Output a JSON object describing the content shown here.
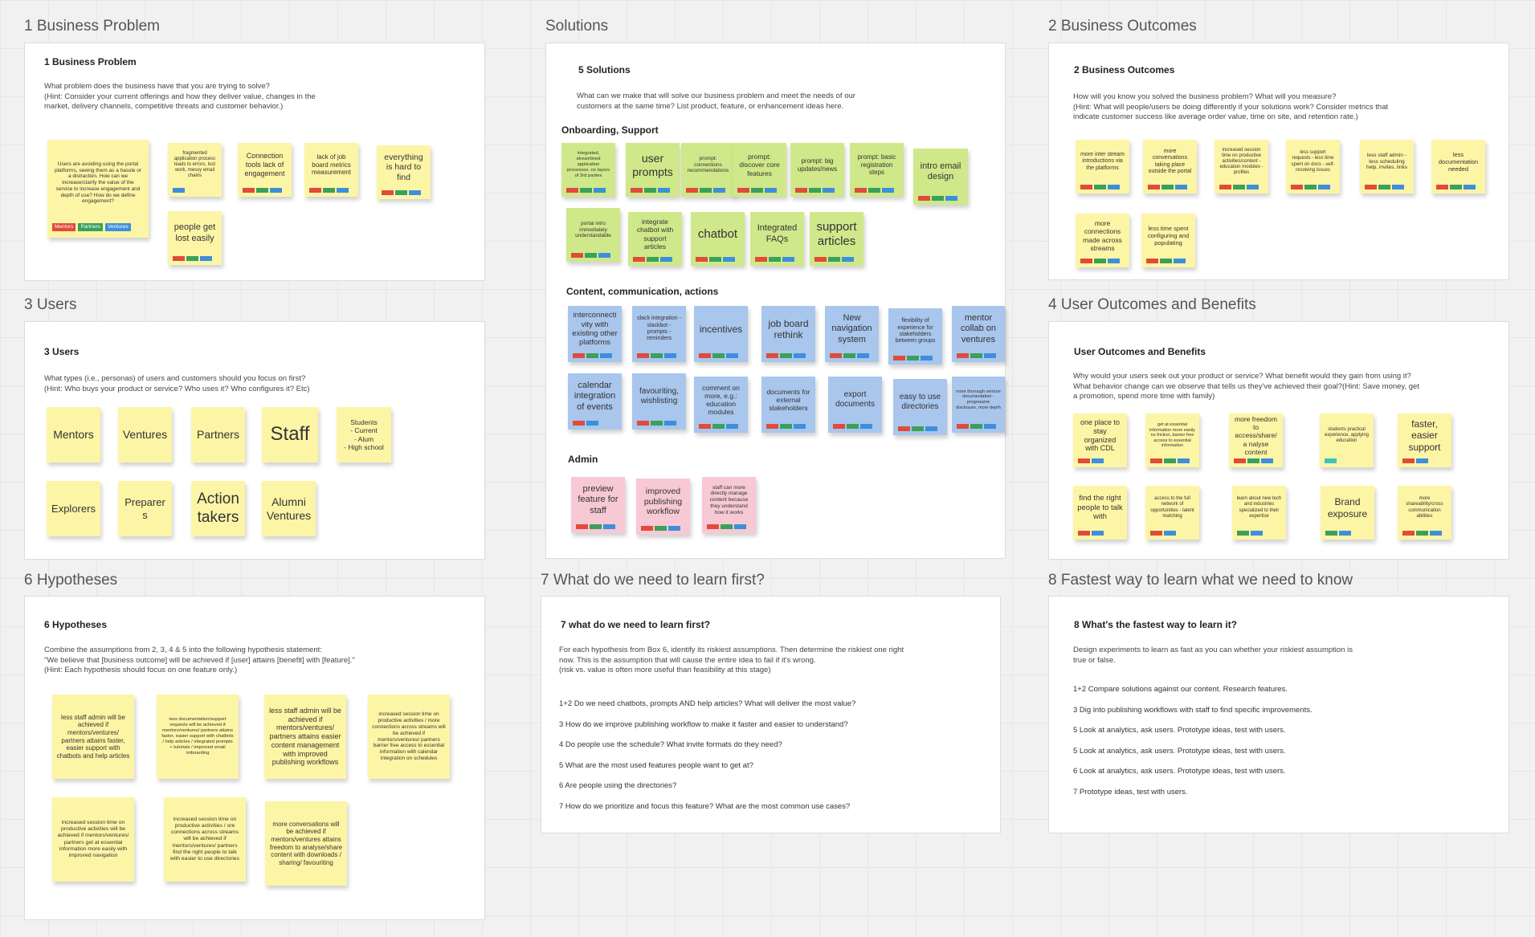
{
  "colors": {
    "yellow_note": "#fdf5a6",
    "green_note": "#cfe88a",
    "blue_note": "#a9c6ec",
    "pink_note": "#f6c9d4",
    "tag_red": "#e04b3a",
    "tag_green": "#3aa05b",
    "tag_blue": "#3d8fdb",
    "tag_cyan": "#3ec3c0"
  },
  "sections": {
    "s1": "1 Business Problem",
    "s2": "Solutions",
    "s3": "2 Business Outcomes",
    "s4": "3 Users",
    "s5": "4 User Outcomes and Benefits",
    "s6": "6 Hypotheses",
    "s7": "7 What do we need to learn first?",
    "s8": "8 Fastest way to learn what we need to know"
  },
  "business_problem": {
    "title": "1 Business Problem",
    "desc": "What problem does the business have that you are trying to solve?\n(Hint: Consider your current offerings and how they deliver value, changes in the\nmarket, delivery channels, competitive threats and customer behavior.)",
    "legend": [
      "Mentors",
      "Partners",
      "Ventures"
    ],
    "notes": [
      "Users are avoiding using the portal platforms, seeing them as a hassle or a distraction. How can we increase/clarify the value of the service to increase engagement and depth of use? How do we define engagement?",
      "fragmented application process leads to errors, lost work, messy email chains",
      "Connection tools lack of engagement",
      "lack of job board metrics measurement",
      "everything is hard to find",
      "people get lost easily"
    ]
  },
  "users": {
    "title": "3 Users",
    "desc": "What types (i.e., personas) of users and customers should you focus on first?\n(Hint: Who buys your product or service? Who uses it? Who configures it? Etc)",
    "notes": [
      "Mentors",
      "Ventures",
      "Partners",
      "Staff",
      "Students\n- Current\n- Alum\n- High school",
      "Explorers",
      "Preparers",
      "Action takers",
      "Alumni Ventures"
    ]
  },
  "hypotheses": {
    "title": "6 Hypotheses",
    "desc": "Combine the assumptions from 2, 3, 4 & 5 into the following hypothesis statement:\n\"We believe that [business outcome] will be achieved if [user] attains [benefit] with [feature].\"\n(Hint: Each hypothesis should focus on one feature only.)",
    "notes": [
      "less staff admin will be achieved if mentors/ventures/ partners attains faster, easier support with chatbots and help articles",
      "less documentation/support requests will be achieved if mentors/ventures/ partners attains faster, easier support with chatbots / help articles / integrated prompts + tutorials / improved email onboarding",
      "less staff admin will be achieved if mentors/ventures/ partners attains easier content management with improved publishing workflows",
      "increased session time on productive activities / more connections across streams will be achieved if mentors/ventures/ partners barrier free access to essential information with calendar integration on schedules",
      "increased session time on productive activities will be achieved if mentors/ventures/ partners get at essential information more easily with improved navigation",
      "increased session time on productive activities / ore connections across streams will be achieved if mentors/ventures/ partners find the right people to talk with easier to use directories",
      "more conversations will be achieved if mentors/ventures attains freedom to analyse/share content with downloads / sharing/ favouriting"
    ]
  },
  "solutions": {
    "title": "5 Solutions",
    "desc": "What can we make that will solve our business problem and meet the needs of our\ncustomers at the same time? List product, feature, or enhancement ideas here.",
    "group1": "Onboarding, Support",
    "group2": "Content, communication, actions",
    "group3": "Admin",
    "green_notes": [
      "integrated, streamlined application processes. no layers of 3rd parties",
      "user prompts",
      "prompt: connections recommendations",
      "prompt: discover core features",
      "prompt: big updates/news",
      "prompt: basic registration steps",
      "intro email design",
      "portal intro immediately understandable",
      "integrate chatbot with support articles",
      "chatbot",
      "Integrated FAQs",
      "support articles"
    ],
    "blue_notes": [
      "interconnecti vity with existing other platforms",
      "slack integration - slackbot - prompts -reminders",
      "incentives",
      "job board rethink",
      "New navigation system",
      "flexibility of experience for stakeholders between groups",
      "mentor collab on ventures",
      "calendar integration of events",
      "favouriting, wishlisting",
      "comment on more, e.g.: education modules",
      "documents for external stakeholders",
      "export documents",
      "easy to use directories",
      "more thorough venture documentation - progressive disclosure, more depth"
    ],
    "pink_notes": [
      "preview feature for staff",
      "improved publishing workflow",
      "staff can more directly manage content because they understand how it works"
    ]
  },
  "learn_first": {
    "title": "7 what do we need to learn first?",
    "desc": "For each hypothesis from Box 6, identify its riskiest assumptions. Then determine the riskiest one right\nnow. This is the assumption that will cause the entire idea to fail if it's wrong.\n(risk vs. value is often more useful than feasibility at this stage)",
    "items": [
      "1+2 Do we need chatbots, prompts AND help articles? What will deliver the most value?",
      "3 How do we improve publishing workflow to make it faster and easier to understand?",
      "4 Do people use the schedule? What invite formats do they need?",
      "5 What are the most used features people want to get at?",
      "6 Are people using the directories?",
      "7 How do we prioritize and focus this feature? What are the most common use cases?"
    ]
  },
  "business_outcomes": {
    "title": "2 Business Outcomes",
    "desc": "How will you know you solved the business problem? What will you measure?\n(Hint: What will people/users be doing differently if your solutions work? Consider metrics that\nindicate customer success like average order value, time on site, and retention rate.)",
    "notes": [
      "more inter stream introductions via the platforms",
      "more conversations taking place outside the portal",
      "increased session time on productive activities/content - education modules - profiles",
      "less support requests - less time spent on docs - self-resolving issues",
      "less staff admin - less scheduling help. invites, links",
      "less documentation needed",
      "more connections made across streams",
      "less time spent configuring and populating"
    ]
  },
  "user_outcomes": {
    "title": "User Outcomes and Benefits",
    "desc": "Why would your users seek out your product or service? What benefit would they gain from using it?\nWhat behavior change can we observe that tells us they've achieved their goal?(Hint: Save money, get\na promotion, spend more time with family)",
    "notes": [
      "one place to stay organized with CDL",
      "get at essential information more easily no friction, barrier free access to essential information",
      "more freedom to access/share/a nalyse content",
      "students practical experience, applying education",
      "faster, easier support",
      "find the right people to talk with",
      "access to the full network of opportunities - talent matching",
      "learn about new tech and industries specialized to their expertise",
      "Brand exposure",
      "more shareability/cross communication abilities"
    ]
  },
  "fastest_way": {
    "title": "8 What's the fastest way to learn it?",
    "desc": "Design experiments to learn as fast as you can whether your riskiest assumption is\ntrue or false.",
    "items": [
      "1+2 Compare solutions against our content. Research features.",
      "3 Dig into publishing workflows with staff to find specific improvements.",
      "5 Look at analytics, ask users. Prototype ideas, test with users.",
      "5 Look at analytics, ask users. Prototype ideas, test with users.",
      "6 Look at analytics, ask users. Prototype ideas, test with users.",
      "7 Prototype ideas, test with users."
    ]
  }
}
